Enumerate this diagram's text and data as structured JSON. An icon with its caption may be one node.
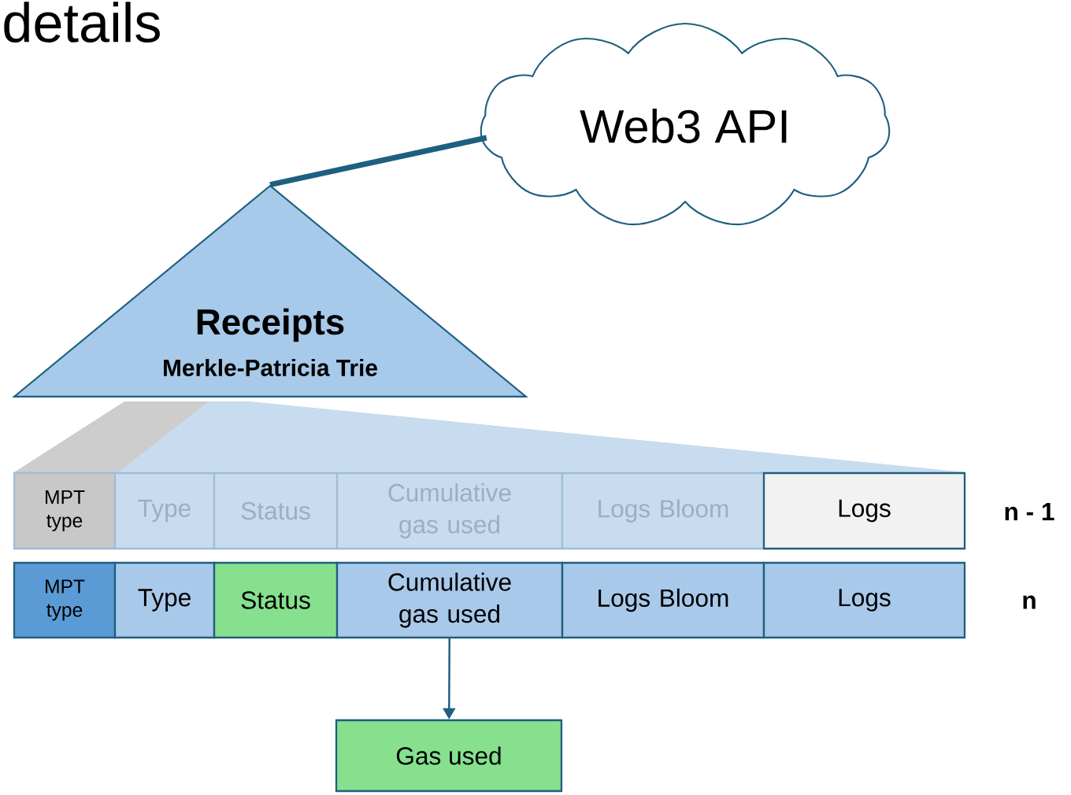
{
  "diagram": {
    "title": "details",
    "nodes": [
      {
        "text": [
          "Web3 API"
        ]
      },
      {
        "text": [
          "Receipts",
          "Merkle-Patricia Trie"
        ]
      },
      {
        "text": [
          "MPT type"
        ]
      },
      {
        "text": [
          "Type"
        ]
      },
      {
        "text": [
          "Status"
        ]
      },
      {
        "text": [
          "Cumulative gas used"
        ]
      },
      {
        "text": [
          "Logs Bloom"
        ]
      },
      {
        "text": [
          "Logs"
        ]
      },
      {
        "text": [
          "MPT type"
        ]
      },
      {
        "text": [
          "Type"
        ]
      },
      {
        "text": [
          "Status"
        ]
      },
      {
        "text": [
          "Cumulative gas used"
        ]
      },
      {
        "text": [
          "Logs Bloom"
        ]
      },
      {
        "text": [
          "Logs"
        ]
      },
      {
        "text": [
          "Gas used"
        ]
      }
    ],
    "edges": [
      {
        "from": 0,
        "to": 1,
        "arrow": "none",
        "style": "thick"
      },
      {
        "from": 11,
        "to": 14,
        "arrow": "to"
      }
    ],
    "labels": [
      "n - 1",
      "n"
    ]
  }
}
